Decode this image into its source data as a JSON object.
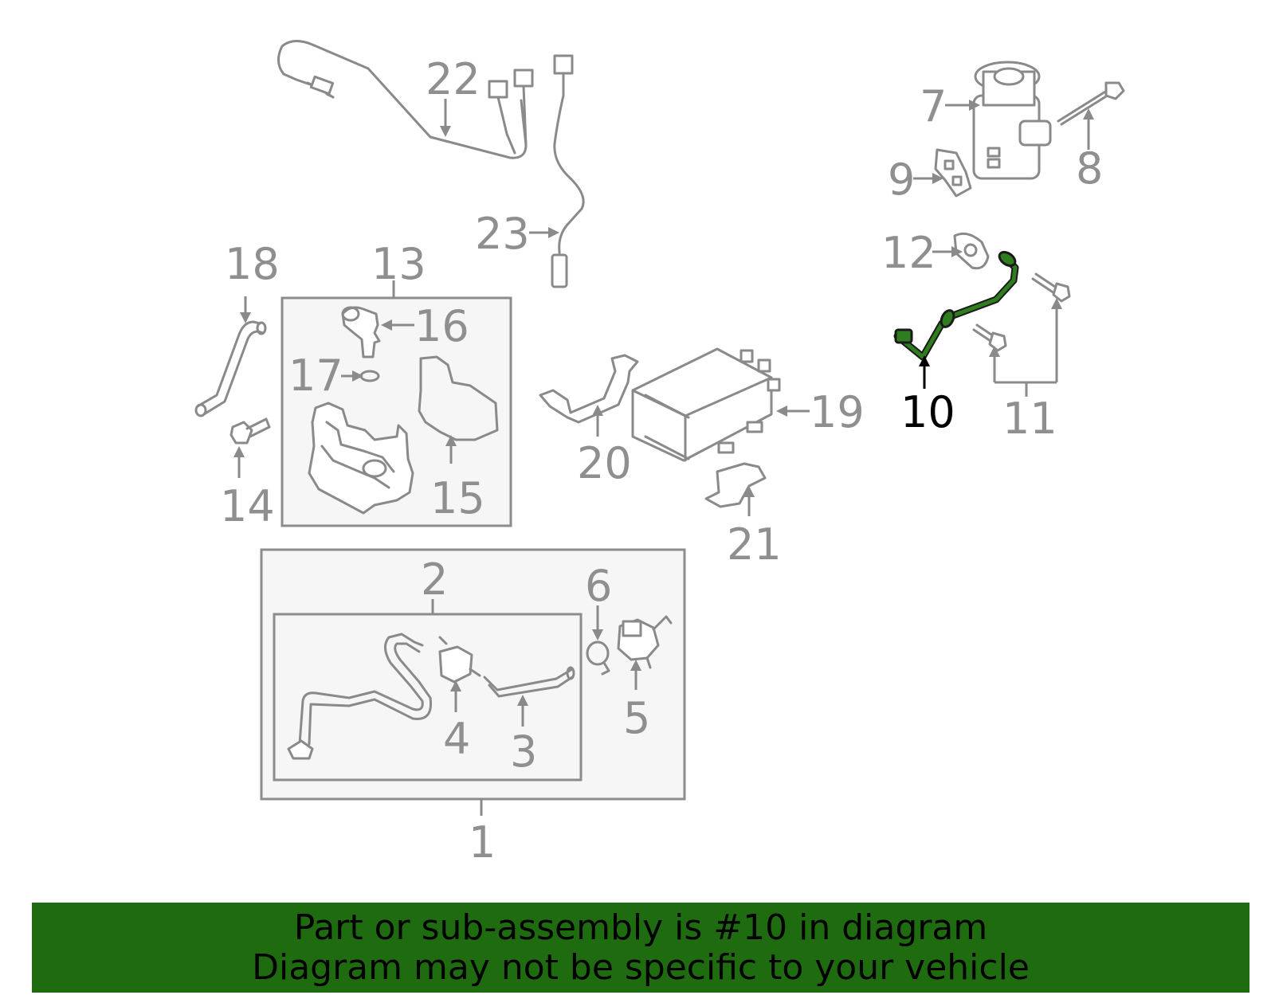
{
  "callouts": {
    "c1": "1",
    "c2": "2",
    "c3": "3",
    "c4": "4",
    "c5": "5",
    "c6": "6",
    "c7": "7",
    "c8": "8",
    "c9": "9",
    "c10": "10",
    "c11": "11",
    "c12": "12",
    "c13": "13",
    "c14": "14",
    "c15": "15",
    "c16": "16",
    "c17": "17",
    "c18": "18",
    "c19": "19",
    "c20": "20",
    "c21": "21",
    "c22": "22",
    "c23": "23"
  },
  "highlighted_part": "10",
  "colors": {
    "highlight_part": "#2e7d1f",
    "banner_background": "#1e6b10",
    "callout_text": "#8f8f8f",
    "highlight_callout": "#000000"
  },
  "banner": {
    "line1": "Part or sub-assembly is #10 in diagram",
    "line2": "Diagram may not be specific to your vehicle"
  }
}
